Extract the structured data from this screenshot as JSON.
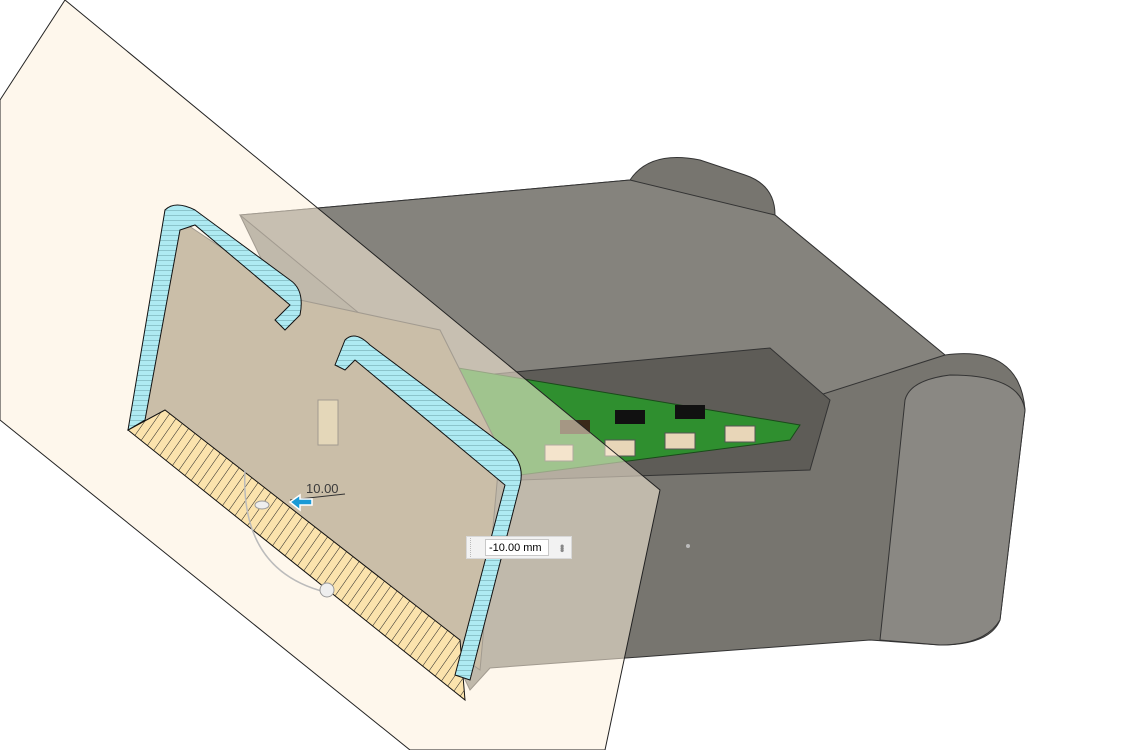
{
  "viewport": {
    "dimension_label": "10.00",
    "offset_input": {
      "value": "-10.00 mm"
    },
    "more_options_icon": "vertical-ellipsis",
    "colors": {
      "section_plane": "#fdf0dc",
      "body": "#7a7872",
      "section_cut": "#a8e8ef",
      "hatch_fill": "#fbe3ad",
      "pcb": "#2f8f2f",
      "arrow": "#1a9ad6"
    }
  }
}
